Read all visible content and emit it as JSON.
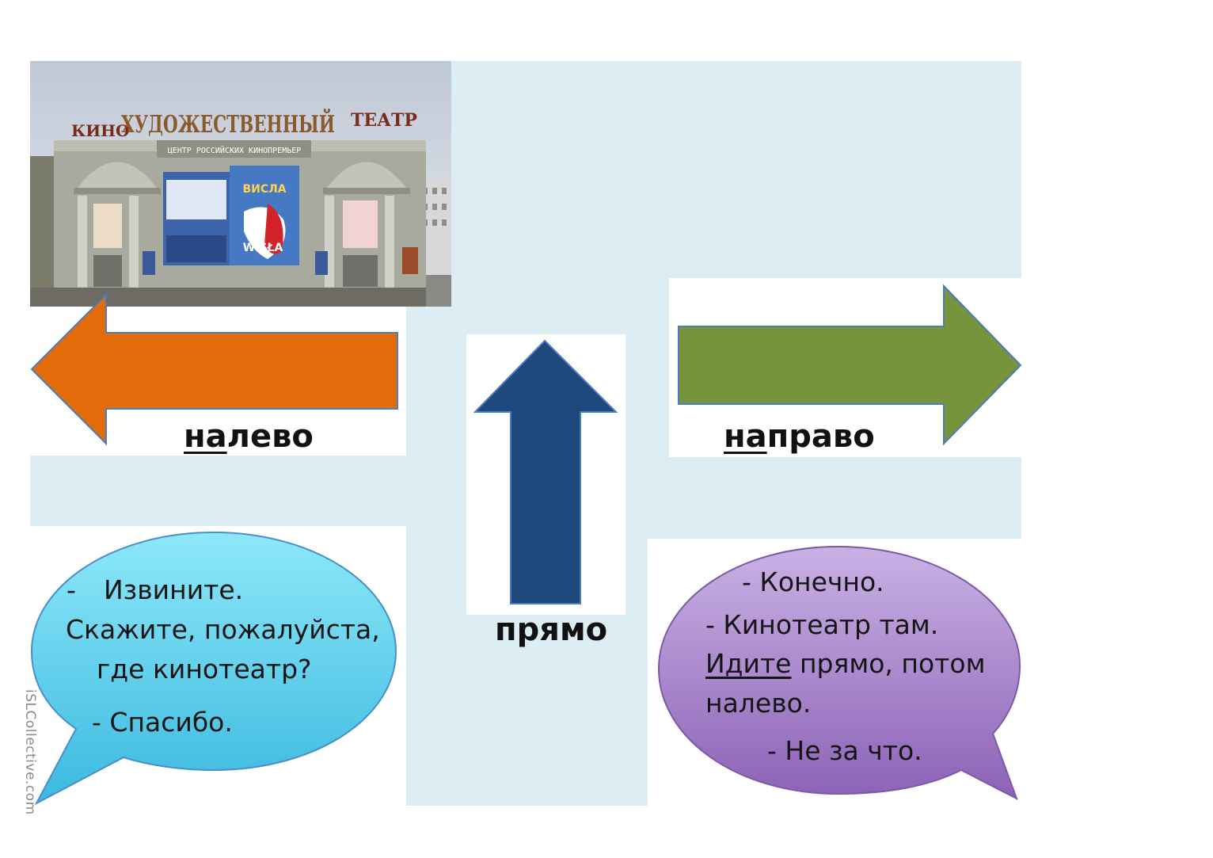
{
  "photo": {
    "sign_main": "ХУДОЖЕСТВЕННЫЙ",
    "sign_left": "КИНО",
    "sign_right": "ТЕАТР",
    "sign_sub": "ЦЕНТР РОССИЙСКИХ КИНОПРЕМЬЕР",
    "poster_title": "ВИСЛА",
    "poster_logo": "WISŁA"
  },
  "arrows": {
    "left": {
      "prefix": "на",
      "rest": "лево",
      "color": "#e36c0a"
    },
    "right": {
      "prefix": "на",
      "rest": "право",
      "color": "#77933c"
    },
    "up": {
      "label": "прямо",
      "color": "#1f497d"
    }
  },
  "bubble_left": {
    "line1_dash": "-",
    "line1": "Извините.",
    "line2": "Скажите, пожалуйста,",
    "line3": "где кинотеатр?",
    "line4": "- Спасибо."
  },
  "bubble_right": {
    "line1": "- Конечно.",
    "line2": "- Кинотеатр там.",
    "line3_underlined": "Идите",
    "line3_rest": " прямо, потом",
    "line4": "налево.",
    "line5": "- Не за что."
  },
  "watermark": "iSLCollective.com"
}
